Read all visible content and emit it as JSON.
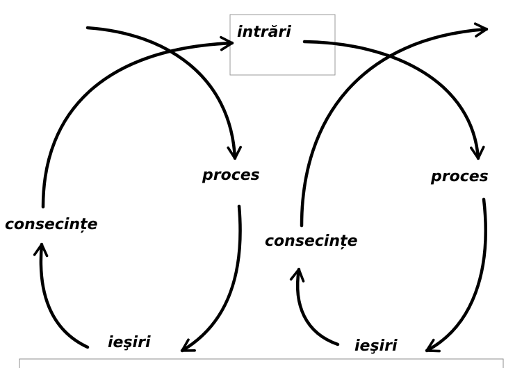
{
  "labels": {
    "input": "intrări",
    "process_left": "proces",
    "process_right": "proces",
    "consequences_left": "consecințe",
    "consequences_right": "consecințe",
    "outputs_left": "ieşiri",
    "outputs_right": "ieşiri"
  },
  "colors": {
    "ink": "#000000",
    "box_border": "#9a9a9a",
    "background": "#ffffff"
  }
}
